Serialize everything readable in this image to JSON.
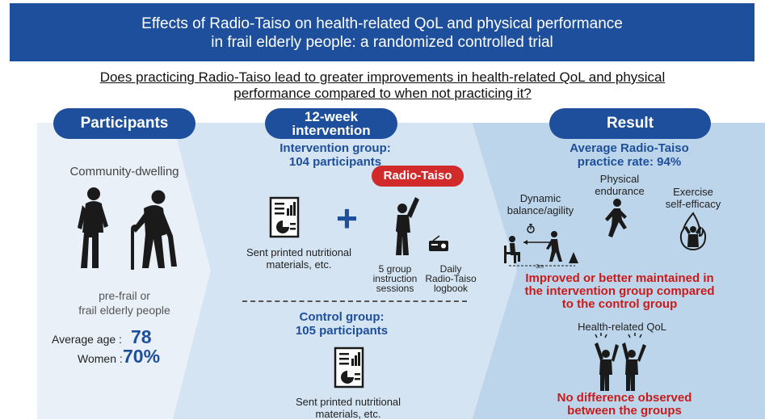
{
  "title": {
    "line1": "Effects of Radio-Taiso on health-related QoL and physical performance",
    "line2": "in frail elderly people: a randomized controlled trial"
  },
  "question": {
    "line1": "Does practicing Radio-Taiso lead to greater improvements in health-related QoL and physical",
    "line2": "performance compared to when not practicing it?"
  },
  "participants": {
    "header": "Participants",
    "setting": "Community-dwelling",
    "population_line1": "pre-frail or",
    "population_line2": "frail elderly people",
    "age_label": "Average age :",
    "age_value": "78",
    "women_label": "Women :",
    "women_value": "70%",
    "icon": "elderly-people-icon"
  },
  "intervention": {
    "header_line1": "12-week",
    "header_line2": "intervention",
    "intervention_group_line1": "Intervention group:",
    "intervention_group_line2": "104 participants",
    "radio_taiso_badge": "Radio-Taiso",
    "plus": "+",
    "materials_line1": "Sent printed nutritional",
    "materials_line2": "materials, etc.",
    "sessions_line1": "5 group",
    "sessions_line2": "instruction",
    "sessions_line3": "sessions",
    "logbook_line1": "Daily",
    "logbook_line2": "Radio-Taiso",
    "logbook_line3": "logbook",
    "control_group_line1": "Control group:",
    "control_group_line2": "105 participants",
    "control_materials_line1": "Sent printed nutritional",
    "control_materials_line2": "materials, etc.",
    "icons": [
      "document-chart-icon",
      "exercise-person-icon",
      "radio-icon"
    ]
  },
  "result": {
    "header": "Result",
    "practice_line1": "Average Radio-Taiso",
    "practice_line2": "practice rate: 94%",
    "dynamic_line1": "Dynamic",
    "dynamic_line2": "balance/agility",
    "physical_line1": "Physical",
    "physical_line2": "endurance",
    "exercise_line1": "Exercise",
    "exercise_line2": "self-efficacy",
    "distance": "3m",
    "improved_line1": "Improved or better maintained in",
    "improved_line2": "the intervention group compared",
    "improved_line3": "to the control group",
    "hrqol": "Health-related QoL",
    "nodiff_line1": "No difference observed",
    "nodiff_line2": "between the groups",
    "icons": [
      "timed-up-and-go-icon",
      "walking-person-icon",
      "fire-person-icon",
      "cheering-people-icon"
    ]
  },
  "colors": {
    "navy": "#1e4f9c",
    "red": "#c91b1b",
    "panel_light": "#e9f0f8",
    "panel_mid": "#d4e4f2",
    "panel_right": "#bcd5ea"
  }
}
